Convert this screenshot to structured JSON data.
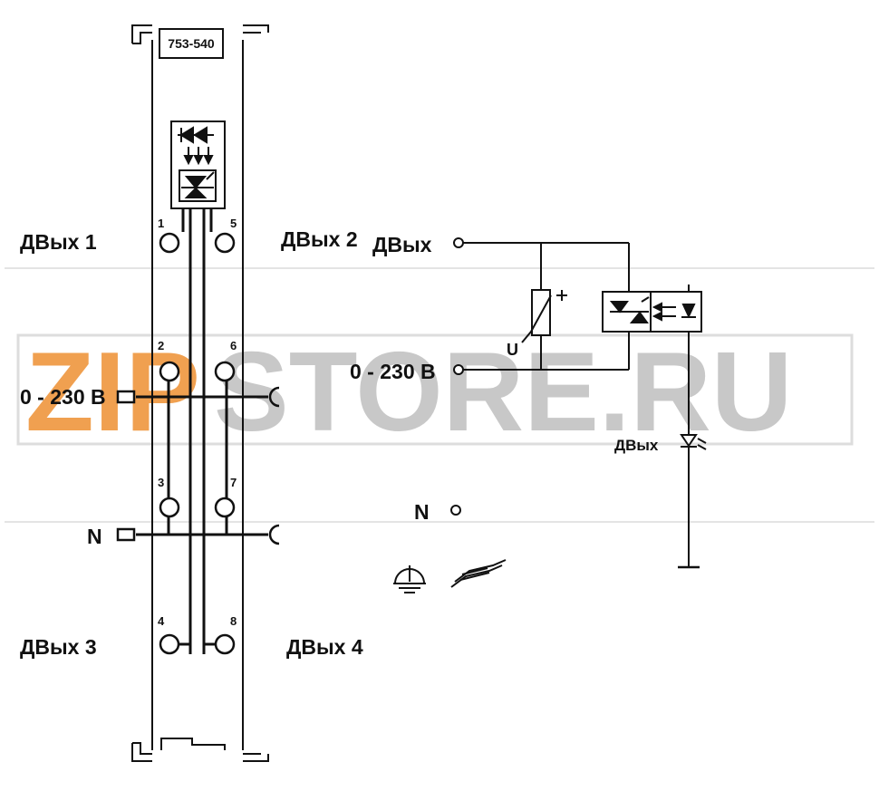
{
  "module": {
    "part_number": "753-540"
  },
  "labels": {
    "dout1": "ДВых 1",
    "dout2": "ДВых 2",
    "dout3": "ДВых 3",
    "dout4": "ДВых 4",
    "supply_left": "0 - 230 В",
    "neutral_left": "N",
    "circuit_output": "ДВых",
    "circuit_supply": "0 - 230 В",
    "circuit_voltage": "U",
    "circuit_led": "ДВых",
    "circuit_neutral": "N"
  },
  "terminals": {
    "t1": "1",
    "t2": "2",
    "t3": "3",
    "t4": "4",
    "t5": "5",
    "t6": "6",
    "t7": "7",
    "t8": "8"
  },
  "watermark": {
    "left": "ZIP",
    "right": "STORE.RU",
    "left_color": "#f0a050",
    "right_color": "#c8c8c8"
  }
}
